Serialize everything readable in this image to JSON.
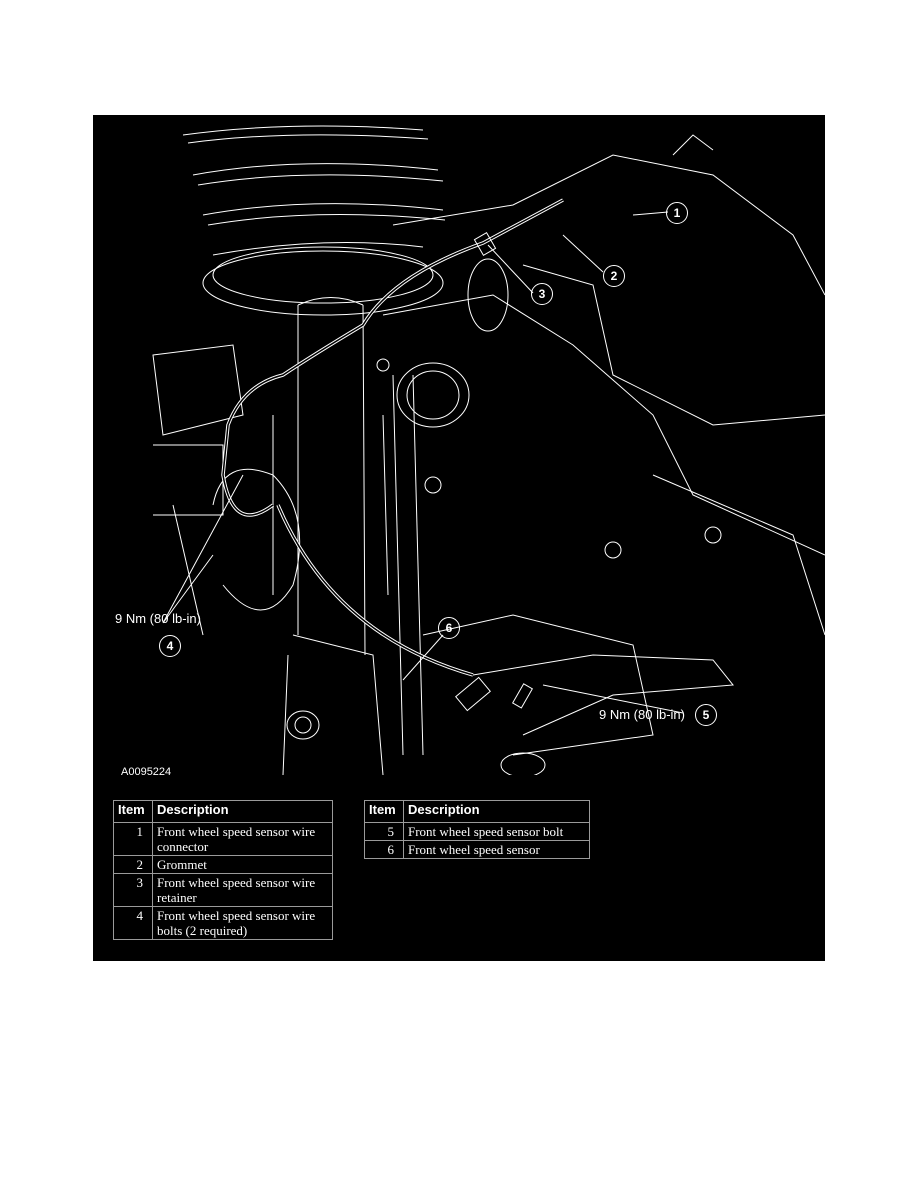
{
  "figure": {
    "id": "A0095224",
    "callouts": [
      {
        "num": "1"
      },
      {
        "num": "2"
      },
      {
        "num": "3"
      },
      {
        "num": "4"
      },
      {
        "num": "5"
      },
      {
        "num": "6"
      }
    ],
    "torque_4": "9 Nm (80 lb-in)",
    "torque_5": "9 Nm (80 lb-in)"
  },
  "table_left": {
    "headers": [
      "Item",
      "Description"
    ],
    "rows": [
      {
        "item": "1",
        "desc": "Front wheel speed sensor wire connector"
      },
      {
        "item": "2",
        "desc": "Grommet"
      },
      {
        "item": "3",
        "desc": "Front wheel speed sensor wire retainer"
      },
      {
        "item": "4",
        "desc": "Front wheel speed sensor wire bolts (2 required)"
      }
    ]
  },
  "table_right": {
    "headers": [
      "Item",
      "Description"
    ],
    "rows": [
      {
        "item": "5",
        "desc": "Front wheel speed sensor bolt"
      },
      {
        "item": "6",
        "desc": "Front wheel speed sensor"
      }
    ]
  }
}
